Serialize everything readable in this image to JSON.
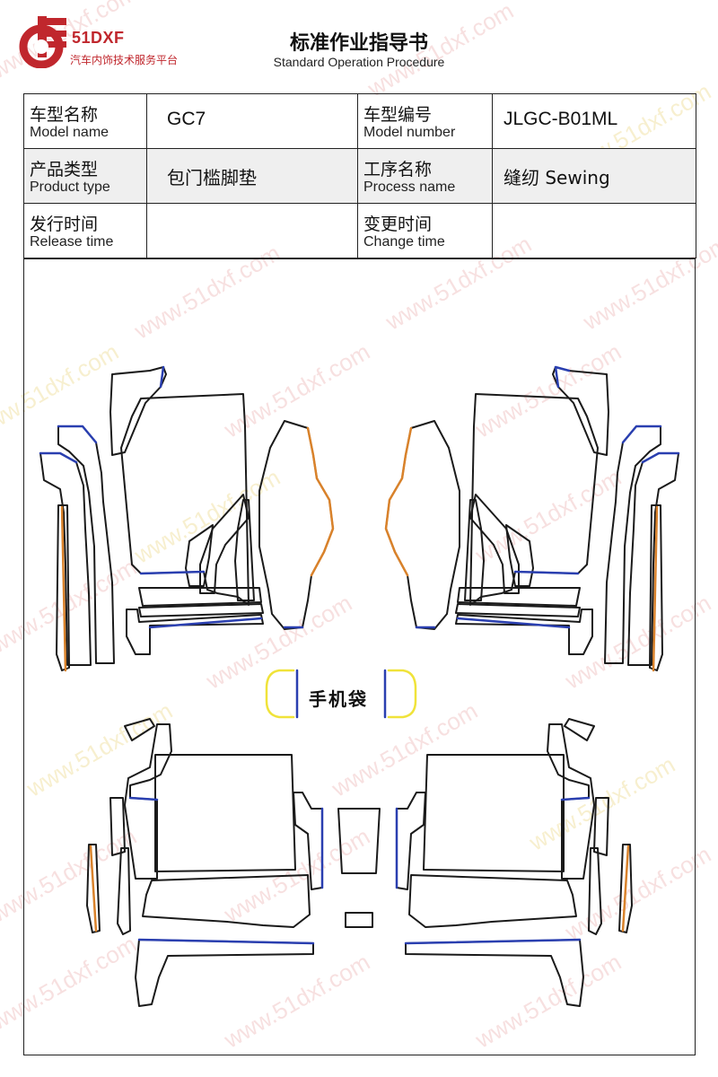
{
  "brand": {
    "name": "51DXF",
    "subtitle": "汽车内饰技术服务平台",
    "color": "#c0272d"
  },
  "document": {
    "title": "标准作业指导书",
    "subtitle": "Standard Operation Procedure"
  },
  "watermark": "www.51dxf.com",
  "info": {
    "model_name": {
      "label_cn": "车型名称",
      "label_en": "Model name",
      "value": "GC7"
    },
    "model_number": {
      "label_cn": "车型编号",
      "label_en": "Model number",
      "value": "JLGC-B01ML"
    },
    "product_type": {
      "label_cn": "产品类型",
      "label_en": "Product type",
      "value": "包门槛脚垫"
    },
    "process_name": {
      "label_cn": "工序名称",
      "label_en": "Process name",
      "value": "缝纫 Sewing"
    },
    "release_time": {
      "label_cn": "发行时间",
      "label_en": "Release time",
      "value": ""
    },
    "change_time": {
      "label_cn": "变更时间",
      "label_en": "Change time",
      "value": ""
    }
  },
  "drawing": {
    "pocket_label": "手机袋",
    "stroke_colors": {
      "outline": "#1a1a1a",
      "edge_blue": "#2a3fb0",
      "edge_orange": "#d9822b",
      "edge_yellow": "#f0e33a"
    }
  }
}
